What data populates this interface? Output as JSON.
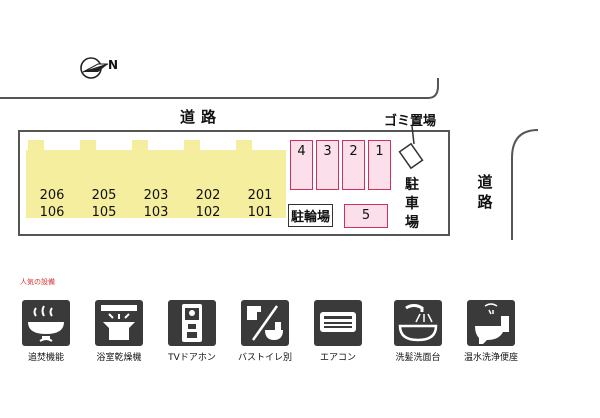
{
  "map": {
    "road_top": "道路",
    "road_right": "道路",
    "gomi": "ゴミ置場",
    "chusha": [
      "駐",
      "車",
      "場"
    ],
    "bike": "駐輪場",
    "parking": [
      "4",
      "3",
      "2",
      "1"
    ],
    "parking5": "5",
    "units": [
      {
        "upper": "206",
        "lower": "106"
      },
      {
        "upper": "205",
        "lower": "105"
      },
      {
        "upper": "203",
        "lower": "103"
      },
      {
        "upper": "202",
        "lower": "102"
      },
      {
        "upper": "201",
        "lower": "101"
      }
    ],
    "compass": "N"
  },
  "facilities": {
    "heading": "人気の設備",
    "items": [
      {
        "label": "追焚機能",
        "icon": "reheat-bath-icon"
      },
      {
        "label": "浴室乾燥機",
        "icon": "bathroom-dryer-icon"
      },
      {
        "label": "TVドアホン",
        "icon": "tv-intercom-icon"
      },
      {
        "label": "バストイレ別",
        "icon": "separate-bath-toilet-icon"
      },
      {
        "label": "エアコン",
        "icon": "air-conditioner-icon"
      },
      {
        "label": "洗髪洗面台",
        "icon": "shampoo-basin-icon"
      },
      {
        "label": "温水洗浄便座",
        "icon": "washlet-icon"
      }
    ]
  }
}
